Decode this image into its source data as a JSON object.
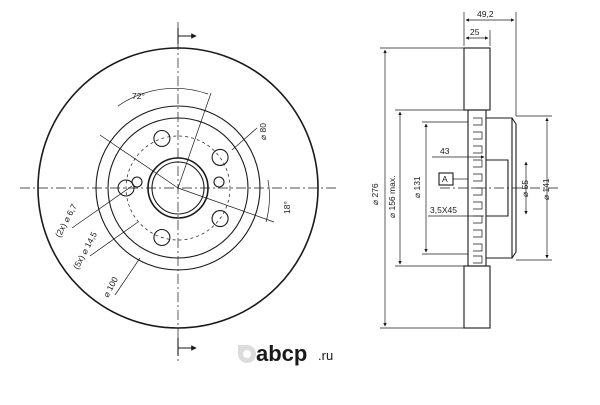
{
  "front_view": {
    "angle_bolts": "72°",
    "dia_bolt_circle": "⌀ 80",
    "angle_offset": "18°",
    "holes_small": "(2x) ⌀ 6,7",
    "holes_large": "(5x) ⌀ 14,5",
    "dia_center": "⌀ 100",
    "bolt_count": 5
  },
  "side_view": {
    "total_width": "49,2",
    "disc_thickness": "25",
    "height": "43",
    "chamfer": "3,5X45",
    "dia_outer": "⌀ 276",
    "dia_friction": "⌀ 156 max.",
    "dia_hub": "⌀ 131",
    "dia_bore": "⌀ 55",
    "dia_hat": "⌀ 141",
    "datum": "A"
  },
  "watermark": {
    "brand": "abcp",
    "tld": ".ru",
    "brand_color": "#dcdcdc",
    "tld_color": "#e3e3e3"
  }
}
